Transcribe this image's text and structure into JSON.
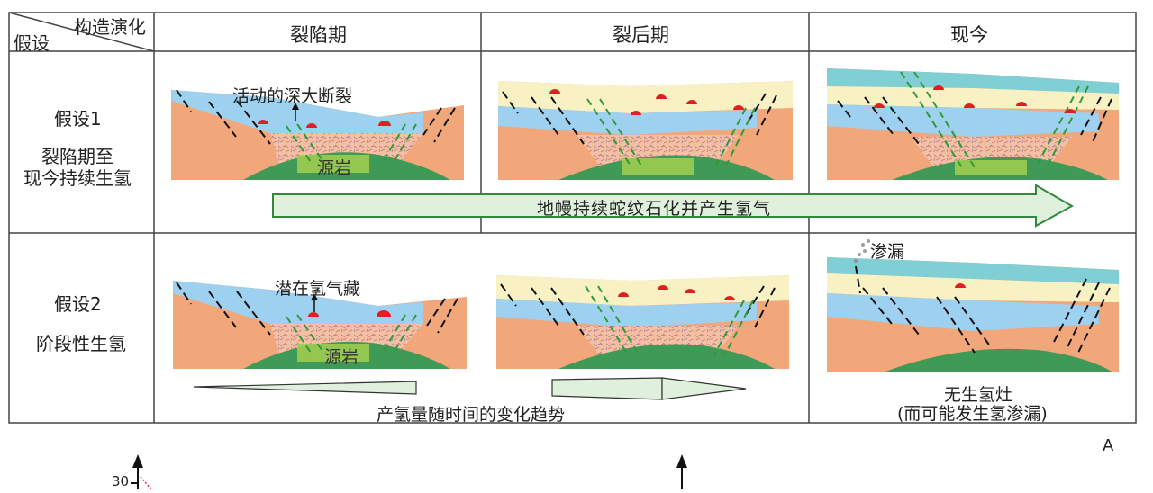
{
  "header": {
    "corner_top": "构造演化",
    "corner_bottom": "假设",
    "col1": "裂陷期",
    "col2": "裂后期",
    "col3": "现今"
  },
  "row1": {
    "label_line1": "假设1",
    "label_line2": "裂陷期至",
    "label_line3": "现今持续生氢",
    "fault_annotation": "活动的深大断裂",
    "source_rock": "源岩",
    "arrow_text": "地幔持续蛇纹石化并产生氢气"
  },
  "row2": {
    "label_line1": "假设2",
    "label_line2": "阶段性生氢",
    "reservoir_annotation": "潜在氢气藏",
    "source_rock": "源岩",
    "seep_annotation": "渗漏",
    "trend_text": "产氢量随时间的变化趋势",
    "no_kitchen_line1": "无生氢灶",
    "no_kitchen_line2": "(而可能发生氢渗漏)"
  },
  "footer": {
    "panel_letter": "A",
    "axis_tick": "30"
  },
  "colors": {
    "basement": "#f2a77a",
    "water": "#9dd1ef",
    "cream": "#f7f1c4",
    "top_blue": "#7fcfd4",
    "mantle": "#3f9a57",
    "source_green": "#9ccc4f",
    "gas_red": "#e02020",
    "arrow_fill": "#dff0dc",
    "arrow_stroke": "#2f8a3e"
  }
}
